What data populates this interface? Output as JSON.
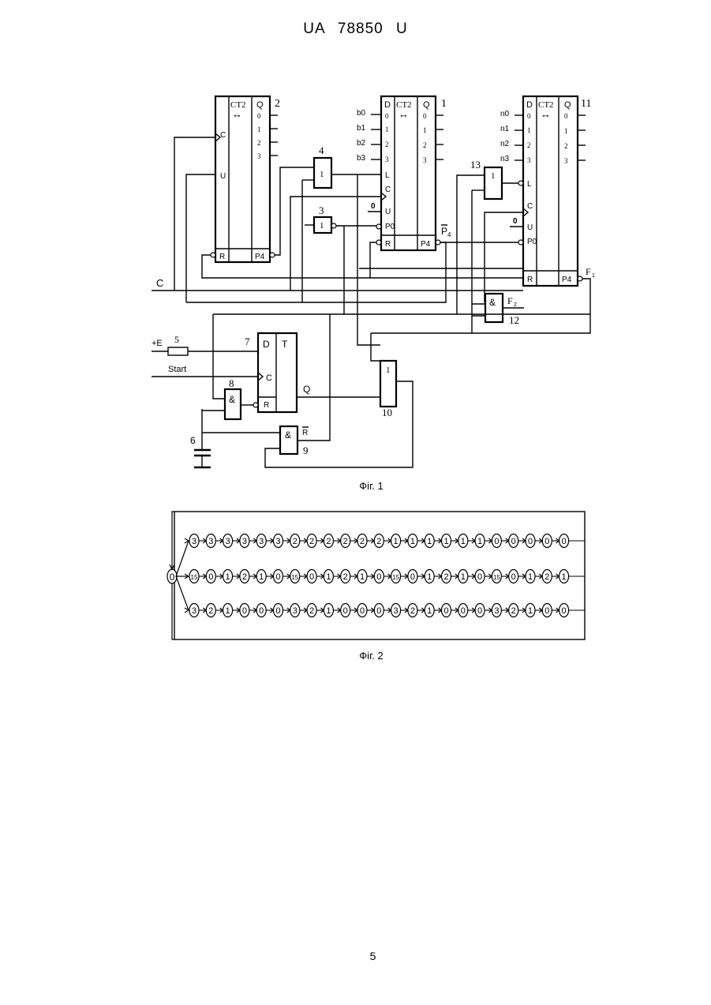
{
  "header": "UA 78850 U",
  "fig1_caption": "Фіг. 1",
  "fig2_caption": "Фіг. 2",
  "page_number": "5",
  "counters": {
    "ct_label": "CT2",
    "arrow": "↔",
    "q_label": "Q",
    "d_label": "D",
    "outputs": [
      "0",
      "1",
      "2",
      "3"
    ],
    "c2": {
      "number": "2",
      "c": "C",
      "u": "U",
      "r": "R",
      "p4": "P4"
    },
    "c1": {
      "number": "1",
      "inputs": [
        "b0",
        "b1",
        "b2",
        "b3"
      ],
      "l": "L",
      "c": "C",
      "u": "U",
      "p0": "P0",
      "r": "R",
      "p4": "P4",
      "zero": "0"
    },
    "c11": {
      "number": "11",
      "inputs": [
        "n0",
        "n1",
        "n2",
        "n3"
      ],
      "l": "L",
      "c": "C",
      "u": "U",
      "p0": "P0",
      "r": "R",
      "p4": "P4",
      "zero": "0"
    }
  },
  "gates": {
    "g4": {
      "number": "4",
      "sym": "1"
    },
    "g3": {
      "number": "3",
      "sym": "1"
    },
    "g13": {
      "number": "13",
      "sym": "1"
    },
    "g12": {
      "number": "12",
      "sym": "&"
    },
    "g8": {
      "number": "8",
      "sym": "&"
    },
    "g9": {
      "number": "9",
      "sym": "&"
    },
    "g10": {
      "number": "10",
      "sym": "1"
    }
  },
  "trigger": {
    "number": "7",
    "d": "D",
    "t": "T",
    "c": "C",
    "r": "R",
    "q": "Q"
  },
  "labels": {
    "C": "C",
    "E": "+E",
    "start": "Start",
    "R5": "5",
    "cap6": "6",
    "F1": "F",
    "F2": "F",
    "Rbar": "R",
    "P4bar": "P"
  },
  "fig2": {
    "start": "0",
    "rows": [
      [
        "3",
        "3",
        "3",
        "3",
        "3",
        "3",
        "2",
        "2",
        "2",
        "2",
        "2",
        "2",
        "1",
        "1",
        "1",
        "1",
        "1",
        "1",
        "0",
        "0",
        "0",
        "0",
        "0"
      ],
      [
        "15",
        "0",
        "1",
        "2",
        "1",
        "0",
        "15",
        "0",
        "1",
        "2",
        "1",
        "0",
        "15",
        "0",
        "1",
        "2",
        "1",
        "0",
        "15",
        "0",
        "1",
        "2",
        "1"
      ],
      [
        "3",
        "2",
        "1",
        "0",
        "0",
        "0",
        "3",
        "2",
        "1",
        "0",
        "0",
        "0",
        "3",
        "2",
        "1",
        "0",
        "0",
        "0",
        "3",
        "2",
        "1",
        "0",
        "0"
      ]
    ]
  }
}
